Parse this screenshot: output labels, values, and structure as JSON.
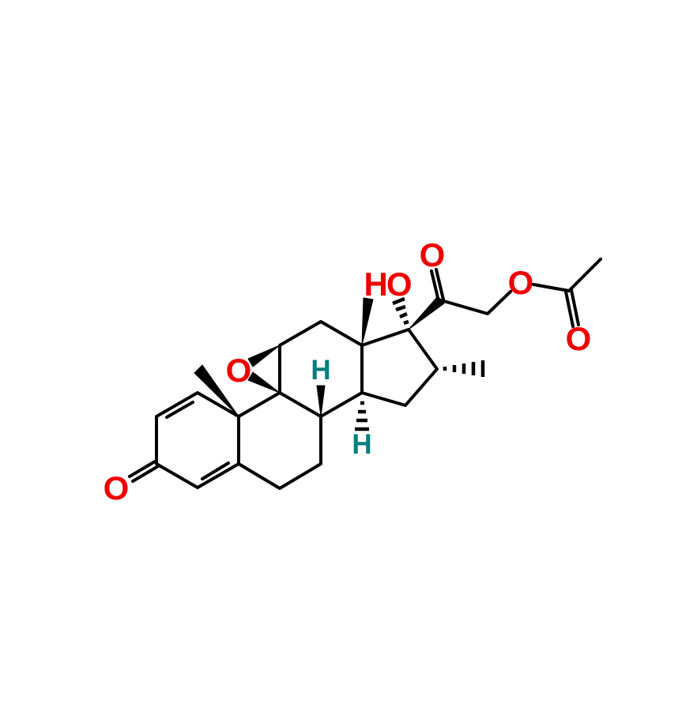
{
  "image": {
    "kind": "chemical-structure-skeletal-formula",
    "background": "#ffffff"
  },
  "molecule": {
    "colors": {
      "bond": "#000000",
      "oxygen": "#ee0000",
      "stereo_hydrogen": "#007e7e"
    },
    "labels": {
      "a_ring_ketone_o": "O",
      "epoxide_o": "O",
      "hydroxyl": "HO",
      "c20_ketone_o": "O",
      "ester_o": "O",
      "acetyl_carbonyl_o": "O",
      "c8_h": "H",
      "c14_h": "H"
    }
  }
}
